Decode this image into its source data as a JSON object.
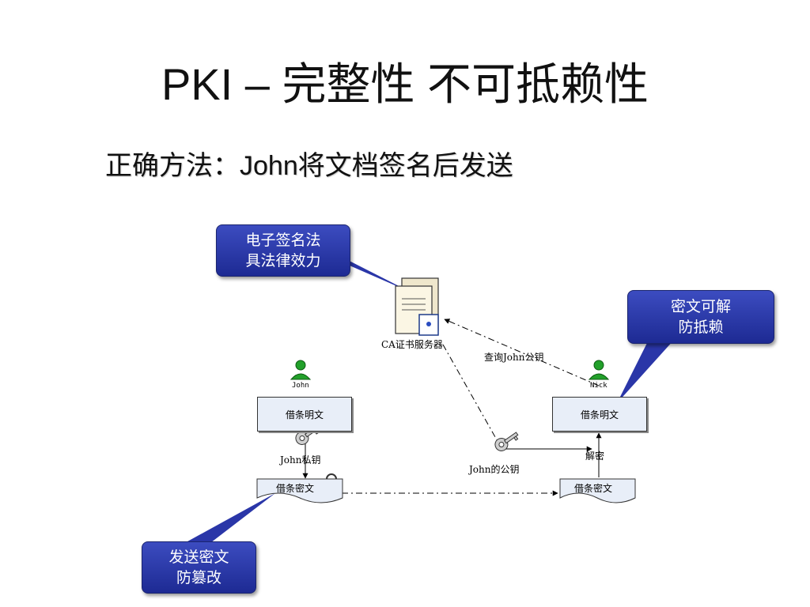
{
  "title": "PKI – 完整性 不可抵赖性",
  "subtitle": "正确方法：John将文档签名后发送",
  "callouts": {
    "top_left": [
      "电子签名法",
      "具法律效力"
    ],
    "right": [
      "密文可解",
      "防抵赖"
    ],
    "bottom_left": [
      "发送密文",
      "防篡改"
    ]
  },
  "diagram": {
    "server_label": "CA证书服务器",
    "query_label": "查询John公钥",
    "john_name": "John",
    "nick_name": "Nick",
    "john_plain_box": "借条明文",
    "john_cipher_box": "借条密文",
    "nick_plain_box": "借条明文",
    "nick_cipher_box": "借条密文",
    "private_key_label": "John私钥",
    "public_key_label": "John的公钥",
    "decrypt_label": "解密"
  },
  "colors": {
    "callout_fill": "#2a36a8",
    "box_fill": "#e8eef8",
    "user_green": "#22a02a"
  }
}
